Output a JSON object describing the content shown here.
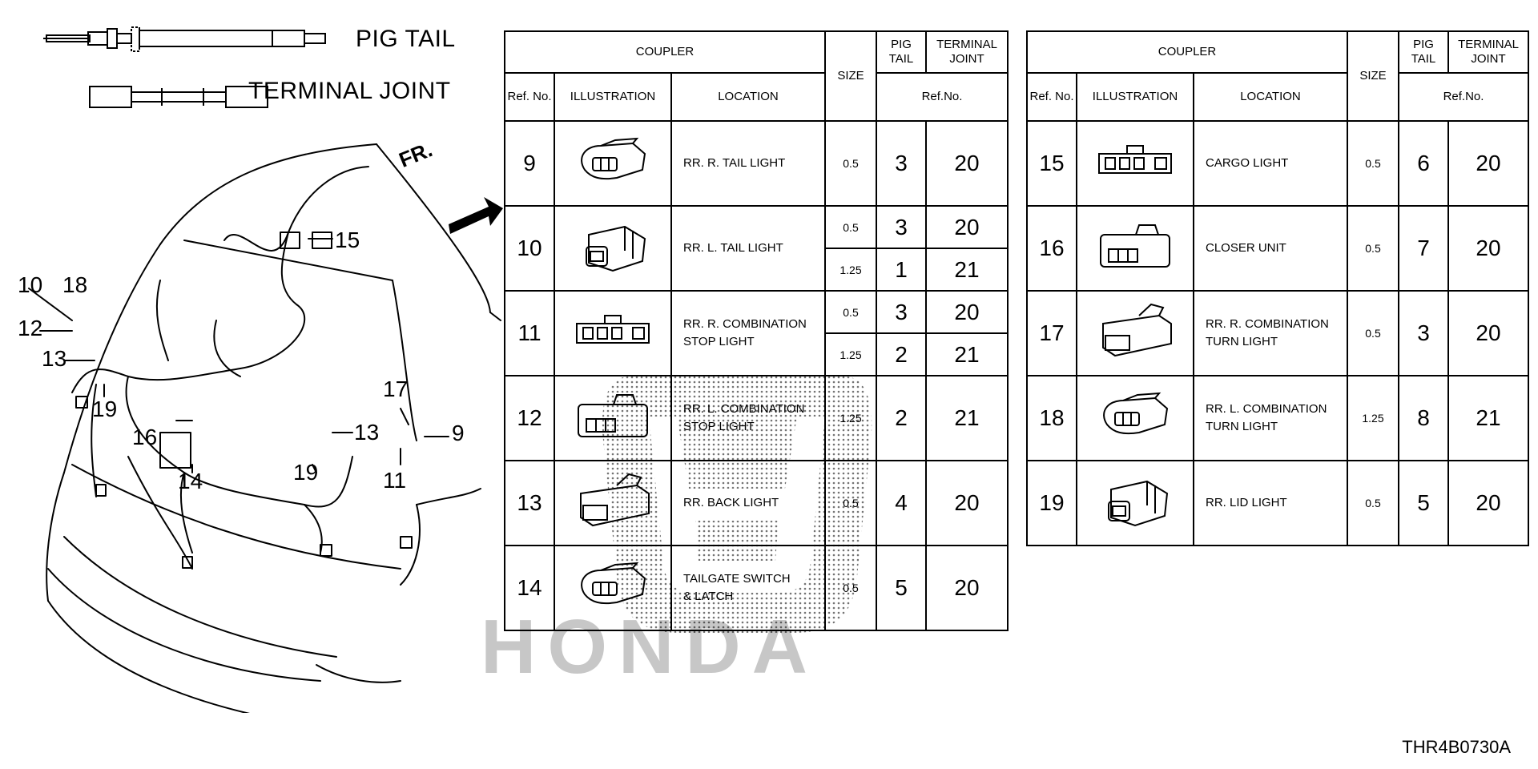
{
  "legend": {
    "pigtail_label": "PIG TAIL",
    "terminal_joint_label": "TERMINAL JOINT"
  },
  "diagram": {
    "direction_label": "FR.",
    "callouts": [
      "10",
      "18",
      "12",
      "13",
      "19",
      "16",
      "14",
      "15",
      "17",
      "9",
      "13",
      "19",
      "11"
    ]
  },
  "headers": {
    "coupler": "COUPLER",
    "ref_no": "Ref. No.",
    "illustration": "ILLUSTRATION",
    "location": "LOCATION",
    "size": "SIZE",
    "pig_tail": "PIG TAIL",
    "terminal_joint": "TERMINAL JOINT",
    "ref_no_sub": "Ref.No."
  },
  "table_left": [
    {
      "ref": "9",
      "location": [
        "RR. R. TAIL LIGHT"
      ],
      "entries": [
        {
          "size": "0.5",
          "pig": "3",
          "tj": "20"
        }
      ]
    },
    {
      "ref": "10",
      "location": [
        "RR. L. TAIL LIGHT"
      ],
      "entries": [
        {
          "size": "0.5",
          "pig": "3",
          "tj": "20"
        },
        {
          "size": "1.25",
          "pig": "1",
          "tj": "21"
        }
      ]
    },
    {
      "ref": "11",
      "location": [
        "RR. R. COMBINATION",
        "STOP LIGHT"
      ],
      "entries": [
        {
          "size": "0.5",
          "pig": "3",
          "tj": "20"
        },
        {
          "size": "1.25",
          "pig": "2",
          "tj": "21"
        }
      ]
    },
    {
      "ref": "12",
      "location": [
        "RR. L. COMBINATION",
        "STOP LIGHT"
      ],
      "entries": [
        {
          "size": "1.25",
          "pig": "2",
          "tj": "21"
        }
      ]
    },
    {
      "ref": "13",
      "location": [
        "RR. BACK LIGHT"
      ],
      "entries": [
        {
          "size": "0.5",
          "pig": "4",
          "tj": "20"
        }
      ]
    },
    {
      "ref": "14",
      "location": [
        "TAILGATE SWITCH",
        "& LATCH"
      ],
      "entries": [
        {
          "size": "0.5",
          "pig": "5",
          "tj": "20"
        }
      ]
    }
  ],
  "table_right": [
    {
      "ref": "15",
      "location": [
        "CARGO LIGHT"
      ],
      "entries": [
        {
          "size": "0.5",
          "pig": "6",
          "tj": "20"
        }
      ]
    },
    {
      "ref": "16",
      "location": [
        "CLOSER UNIT"
      ],
      "entries": [
        {
          "size": "0.5",
          "pig": "7",
          "tj": "20"
        }
      ]
    },
    {
      "ref": "17",
      "location": [
        "RR. R. COMBINATION",
        "TURN LIGHT"
      ],
      "entries": [
        {
          "size": "0.5",
          "pig": "3",
          "tj": "20"
        }
      ]
    },
    {
      "ref": "18",
      "location": [
        "RR. L. COMBINATION",
        "TURN LIGHT"
      ],
      "entries": [
        {
          "size": "1.25",
          "pig": "8",
          "tj": "21"
        }
      ]
    },
    {
      "ref": "19",
      "location": [
        "RR. LID LIGHT"
      ],
      "entries": [
        {
          "size": "0.5",
          "pig": "5",
          "tj": "20"
        }
      ]
    }
  ],
  "doc_code": "THR4B0730A",
  "watermark": {
    "text": "HONDA"
  },
  "icons": {
    "pigtail": "pigtail-icon",
    "terminal_joint": "terminal-joint-icon",
    "direction": "front-arrow-icon",
    "connector": "connector-icon",
    "logo": "honda-logo-icon"
  }
}
